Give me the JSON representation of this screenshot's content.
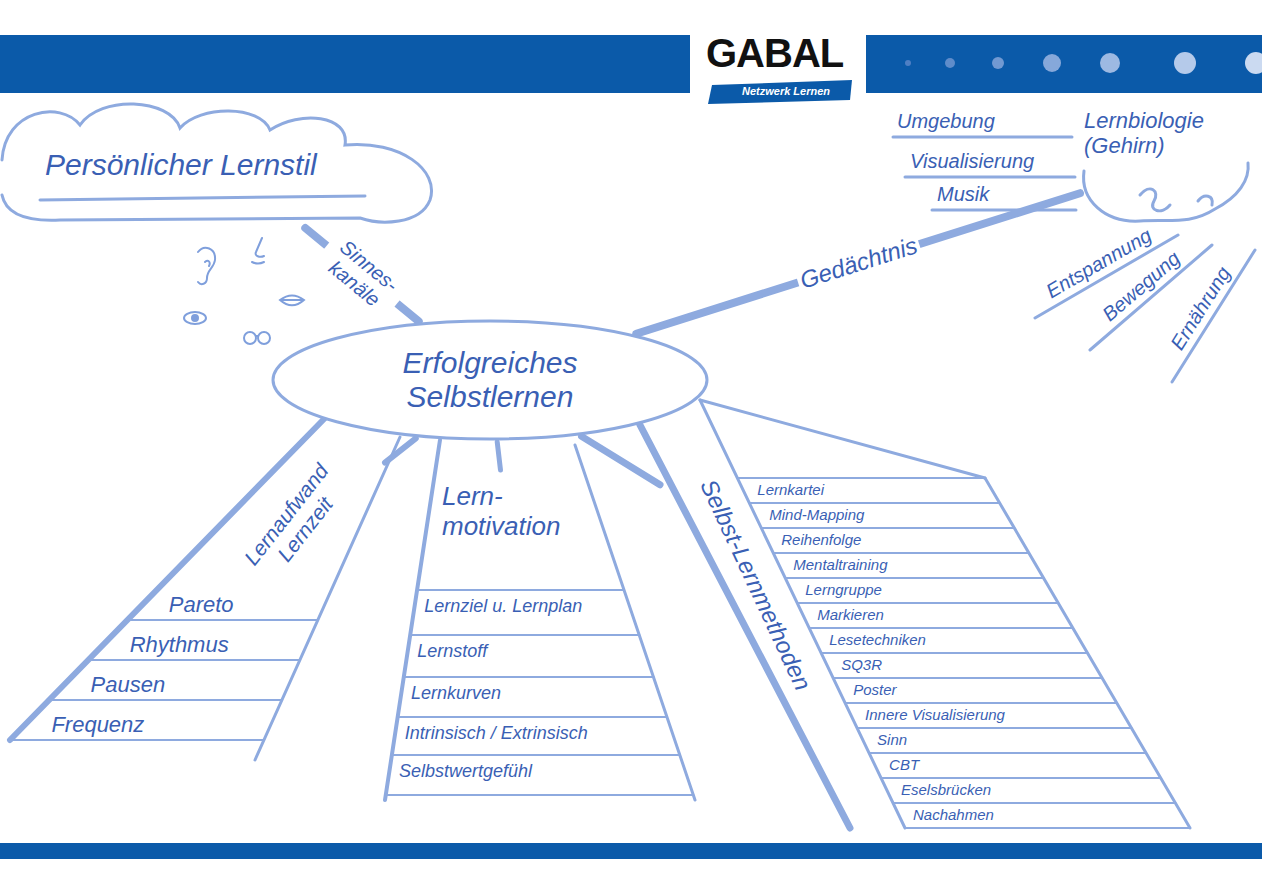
{
  "diagram": {
    "nodes": [
      {
        "text": [
          "Persönlicher Lernstil"
        ]
      },
      {
        "text": [
          "Lernbiologie (Gehirn)"
        ]
      },
      {
        "text": [
          "Erfolgreiches Selbstlernen"
        ]
      },
      {
        "text": [
          "Lernaufwand Lernzeit",
          "Pareto",
          "Rhythmus",
          "Pausen",
          "Frequenz"
        ]
      },
      {
        "text": [
          "Lern- motivation",
          "Lernziel u. Lernplan",
          "Lernstoff",
          "Lernkurven",
          "Intrinsisch / Extrinsisch",
          "Selbstwertgefühl"
        ]
      },
      {
        "text": [
          "Selbst-Lernmethoden",
          "Lernkartei",
          "Mind-Mapping",
          "Reihenfolge",
          "Mentaltraining",
          "Lerngruppe",
          "Markieren",
          "Lesetechniken",
          "SQ3R",
          "Poster",
          "Innere Visualisierung",
          "Sinn",
          "CBT",
          "Eselsbrücken",
          "Nachahmen"
        ]
      }
    ],
    "edges": [
      {
        "from": 2,
        "to": 0,
        "arrow": "none",
        "label": "Sinnes- kanäle"
      },
      {
        "from": 2,
        "to": 1,
        "arrow": "none",
        "label": "Gedächtnis"
      },
      {
        "from": 2,
        "to": 3,
        "arrow": "none"
      },
      {
        "from": 2,
        "to": 4,
        "arrow": "none"
      },
      {
        "from": 2,
        "to": 5,
        "arrow": "none"
      }
    ],
    "labels": [
      "GABAL",
      "Netzwerk Lernen",
      "Umgebung",
      "Visualisierung",
      "Musik",
      "Entspannung",
      "Bewegung",
      "Ernährung"
    ]
  }
}
